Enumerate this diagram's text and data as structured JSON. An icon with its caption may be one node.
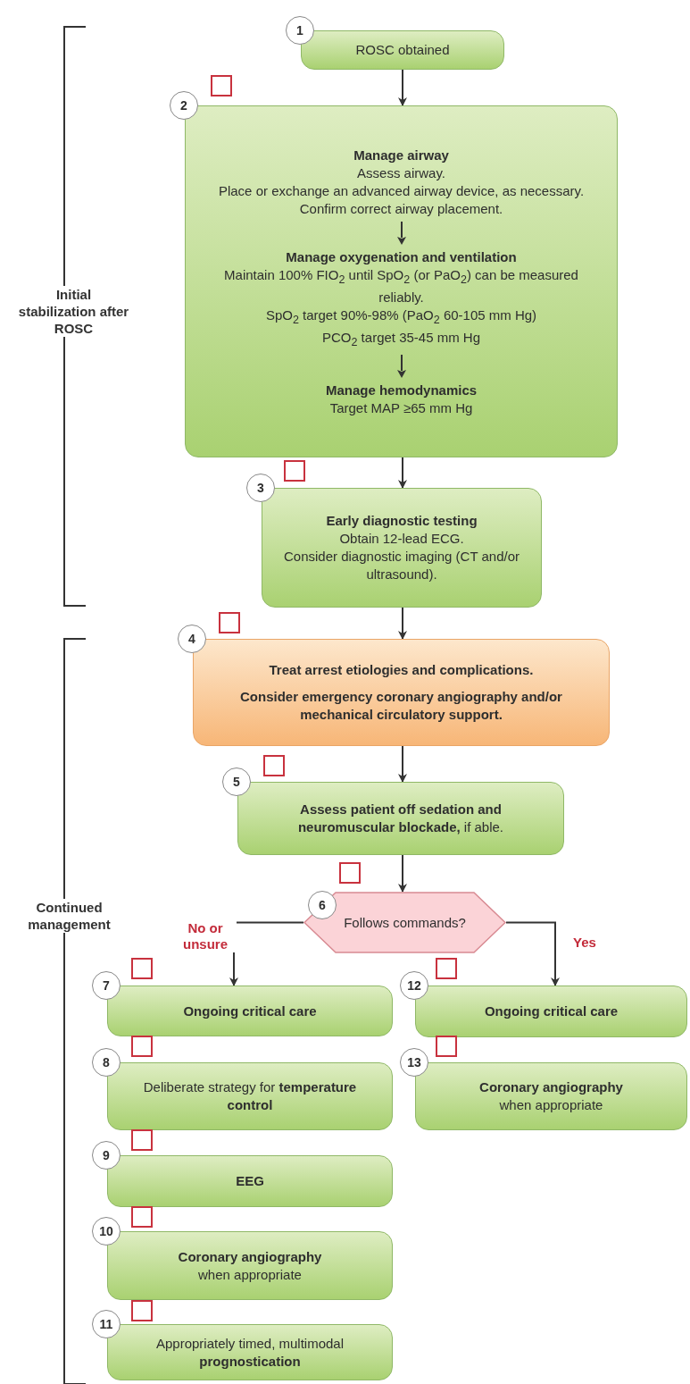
{
  "diagram": {
    "nodes": [
      {
        "text": [
          "ROSC obtained"
        ],
        "beside": [
          "1"
        ]
      },
      {
        "text": [
          "Manage airway",
          "Assess airway.",
          "Place or exchange an advanced airway device, as necessary.",
          "Confirm correct airway placement.",
          "Manage oxygenation and ventilation",
          "Maintain 100% FIO$_{2}$ until SpO$_{2}$ (or PaO$_{2}$) can be measured reliably.",
          "SpO$_{2}$ target 90%-98% (PaO$_{2}$ 60-105 mm Hg)",
          "PCO$_{2}$ target 35-45 mm Hg",
          "Manage hemodynamics",
          "Target MAP ≥65 mm Hg"
        ],
        "beside": [
          "2"
        ]
      },
      {
        "text": [
          "Early diagnostic testing",
          "Obtain 12-lead ECG.",
          "Consider diagnostic imaging (CT and/or ultrasound)."
        ],
        "beside": [
          "3"
        ]
      },
      {
        "text": [
          "Treat arrest etiologies and complications.",
          "Consider emergency coronary angiography and/or mechanical circulatory support."
        ],
        "beside": [
          "4"
        ]
      },
      {
        "text": [
          "**Assess patient off sedation and neuromuscular blockade,** if able."
        ],
        "beside": [
          "5"
        ]
      },
      {
        "text": [
          "Follows commands?"
        ],
        "beside": [
          "6"
        ]
      },
      {
        "text": [
          "Ongoing critical care"
        ],
        "beside": [
          "7"
        ]
      },
      {
        "text": [
          "Deliberate strategy for **temperature control**"
        ],
        "beside": [
          "8"
        ]
      },
      {
        "text": [
          "EEG"
        ],
        "beside": [
          "9"
        ]
      },
      {
        "text": [
          "Coronary angiography",
          "when appropriate"
        ],
        "beside": [
          "10"
        ]
      },
      {
        "text": [
          "Appropriately timed, multimodal **prognostication**"
        ],
        "beside": [
          "11"
        ]
      },
      {
        "text": [
          "Ongoing critical care"
        ],
        "beside": [
          "12"
        ]
      },
      {
        "text": [
          "Coronary angiography",
          "when appropriate"
        ],
        "beside": [
          "13"
        ]
      }
    ],
    "edges": [
      {
        "from": 0,
        "to": 1,
        "arrow": "to"
      },
      {
        "from": 1,
        "to": 2,
        "arrow": "to"
      },
      {
        "from": 2,
        "to": 3,
        "arrow": "to"
      },
      {
        "from": 3,
        "to": 4,
        "arrow": "to"
      },
      {
        "from": 4,
        "to": 5,
        "arrow": "to"
      },
      {
        "from": 5,
        "to": 6,
        "arrow": "to",
        "label": "No or unsure"
      },
      {
        "from": 5,
        "to": 11,
        "arrow": "to",
        "label": "Yes"
      }
    ],
    "labels": [
      "Initial stabilization after ROSC",
      "Continued management"
    ]
  }
}
